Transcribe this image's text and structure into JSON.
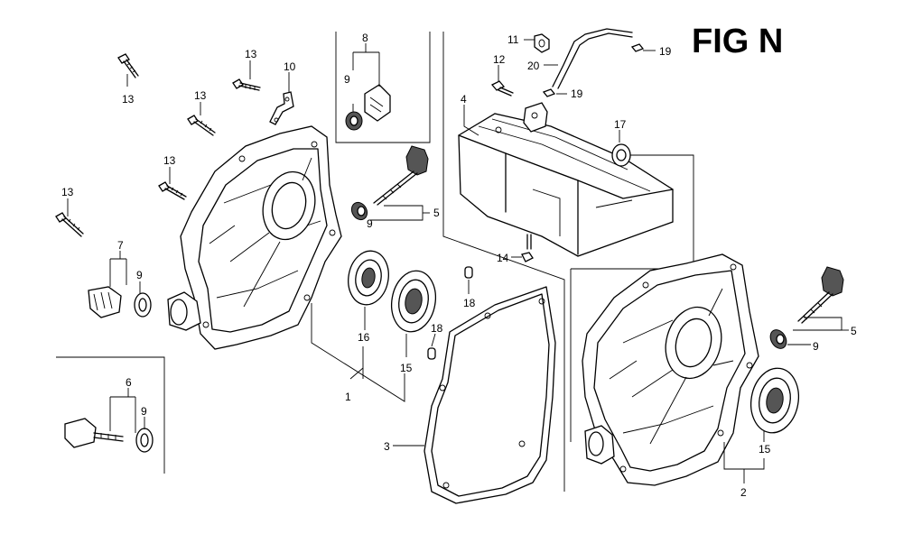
{
  "figure": {
    "title": "FIG N"
  },
  "callouts": [
    {
      "key": "c13a",
      "text": "13"
    },
    {
      "key": "c13b",
      "text": "13"
    },
    {
      "key": "c13c",
      "text": "13"
    },
    {
      "key": "c13d",
      "text": "13"
    },
    {
      "key": "c13e",
      "text": "13"
    },
    {
      "key": "c10",
      "text": "10"
    },
    {
      "key": "c8",
      "text": "8"
    },
    {
      "key": "c9a",
      "text": "9"
    },
    {
      "key": "c9b",
      "text": "9"
    },
    {
      "key": "c9c",
      "text": "9"
    },
    {
      "key": "c9d",
      "text": "9"
    },
    {
      "key": "c9e",
      "text": "9"
    },
    {
      "key": "c5a",
      "text": "5"
    },
    {
      "key": "c5b",
      "text": "5"
    },
    {
      "key": "c7",
      "text": "7"
    },
    {
      "key": "c6",
      "text": "6"
    },
    {
      "key": "c16",
      "text": "16"
    },
    {
      "key": "c15a",
      "text": "15"
    },
    {
      "key": "c15b",
      "text": "15"
    },
    {
      "key": "c1",
      "text": "1"
    },
    {
      "key": "c2",
      "text": "2"
    },
    {
      "key": "c3",
      "text": "3"
    },
    {
      "key": "c4",
      "text": "4"
    },
    {
      "key": "c18a",
      "text": "18"
    },
    {
      "key": "c18b",
      "text": "18"
    },
    {
      "key": "c11",
      "text": "11"
    },
    {
      "key": "c12",
      "text": "12"
    },
    {
      "key": "c14",
      "text": "14"
    },
    {
      "key": "c17",
      "text": "17"
    },
    {
      "key": "c19a",
      "text": "19"
    },
    {
      "key": "c19b",
      "text": "19"
    },
    {
      "key": "c20",
      "text": "20"
    }
  ]
}
